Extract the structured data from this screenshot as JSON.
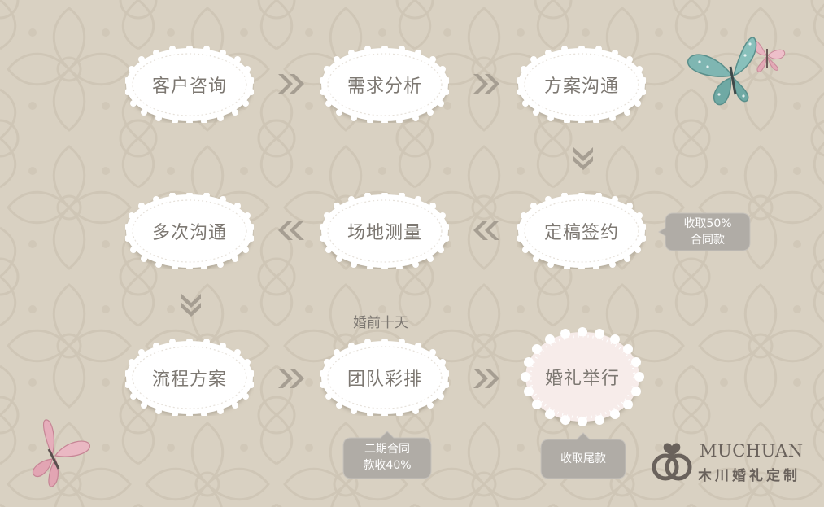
{
  "steps": [
    {
      "label": "客户咨询"
    },
    {
      "label": "需求分析"
    },
    {
      "label": "方案沟通"
    },
    {
      "label": "定稿签约"
    },
    {
      "label": "场地测量"
    },
    {
      "label": "多次沟通"
    },
    {
      "label": "流程方案"
    },
    {
      "label": "团队彩排"
    },
    {
      "label": "婚礼举行"
    }
  ],
  "notes": {
    "sign_payment": [
      "收取50%",
      "合同款"
    ],
    "second_payment": [
      "二期合同",
      "款收40%"
    ],
    "final_payment": "收取尾款",
    "rehearsal_time": "婚前十天"
  },
  "logo": {
    "en": "MUCHUAN",
    "cn": "木川婚礼定制"
  },
  "colors": {
    "background": "#d9d1c2",
    "text": "#7d7872",
    "arrow": "#a69e92",
    "note_bubble": "#b0aca6",
    "doily": "#ffffff",
    "final_doily_fill": "#f7ecea"
  },
  "icons": [
    "double-chevron-right-icon",
    "double-chevron-left-icon",
    "double-chevron-down-icon",
    "butterfly-icon",
    "rings-logo-icon"
  ]
}
